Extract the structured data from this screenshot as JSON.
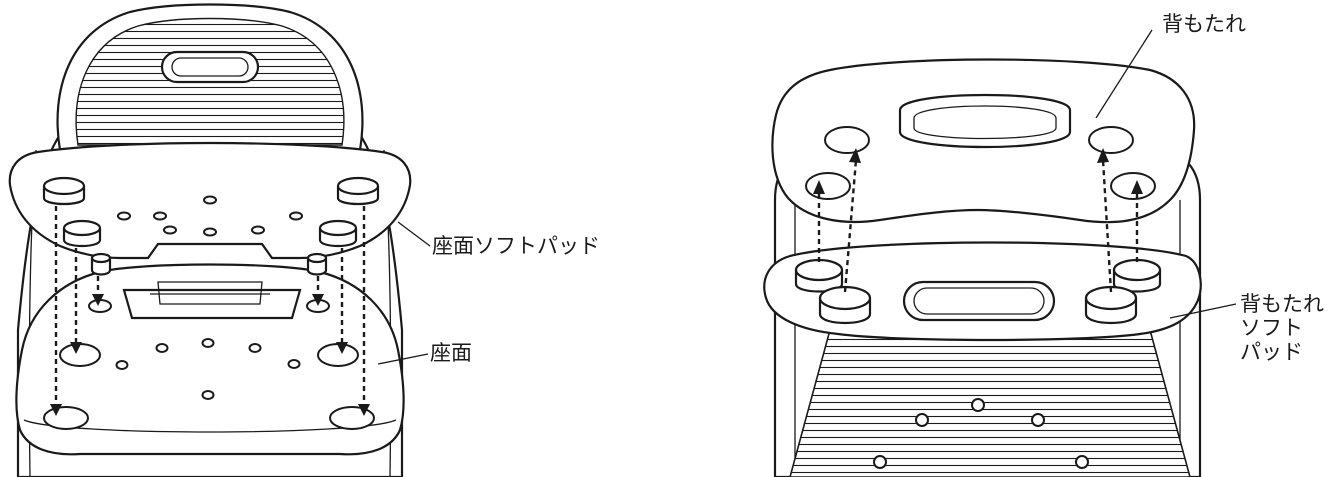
{
  "labels": {
    "seat_soft_pad": "座面ソフトパッド",
    "seat": "座面",
    "backrest": "背もたれ",
    "backrest_soft_pad": "背もたれ\nソフト\nパッド"
  },
  "colors": {
    "line": "#1a1a1a",
    "fill": "#ffffff"
  }
}
